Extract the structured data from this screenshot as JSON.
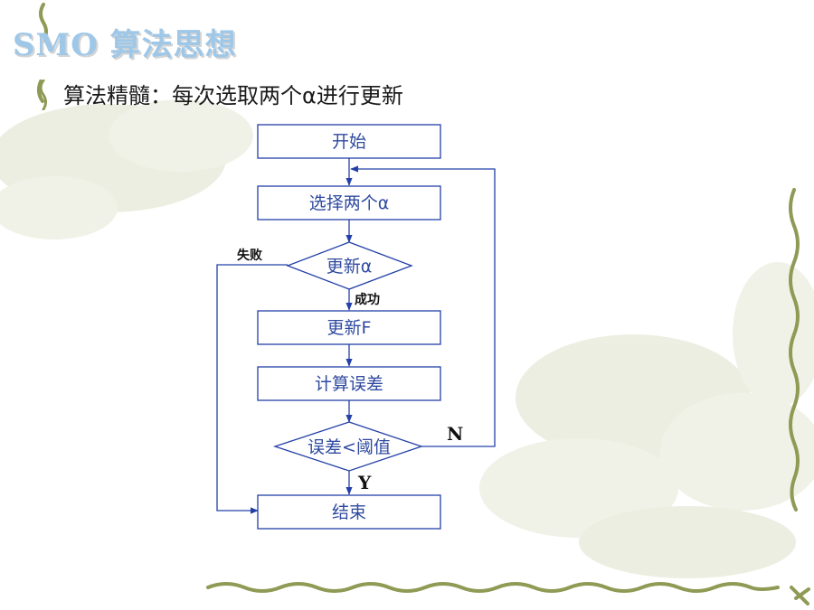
{
  "slide": {
    "title": "SMO 算法思想",
    "subtitle": "算法精髓：每次选取两个α进行更新"
  },
  "flowchart": {
    "nodes": {
      "start": "开始",
      "select": "选择两个α",
      "update_alpha": "更新α",
      "update_f": "更新F",
      "compute_error": "计算误差",
      "check_threshold": "误差<阈值",
      "end": "结束"
    },
    "edges": {
      "fail": "失败",
      "success": "成功",
      "no": "N",
      "yes": "Y"
    }
  },
  "colors": {
    "title": "#9ec7e8",
    "flow_line": "#2340a8",
    "node_text": "#2f4aa0",
    "decor_vine": "#8f9a55"
  }
}
